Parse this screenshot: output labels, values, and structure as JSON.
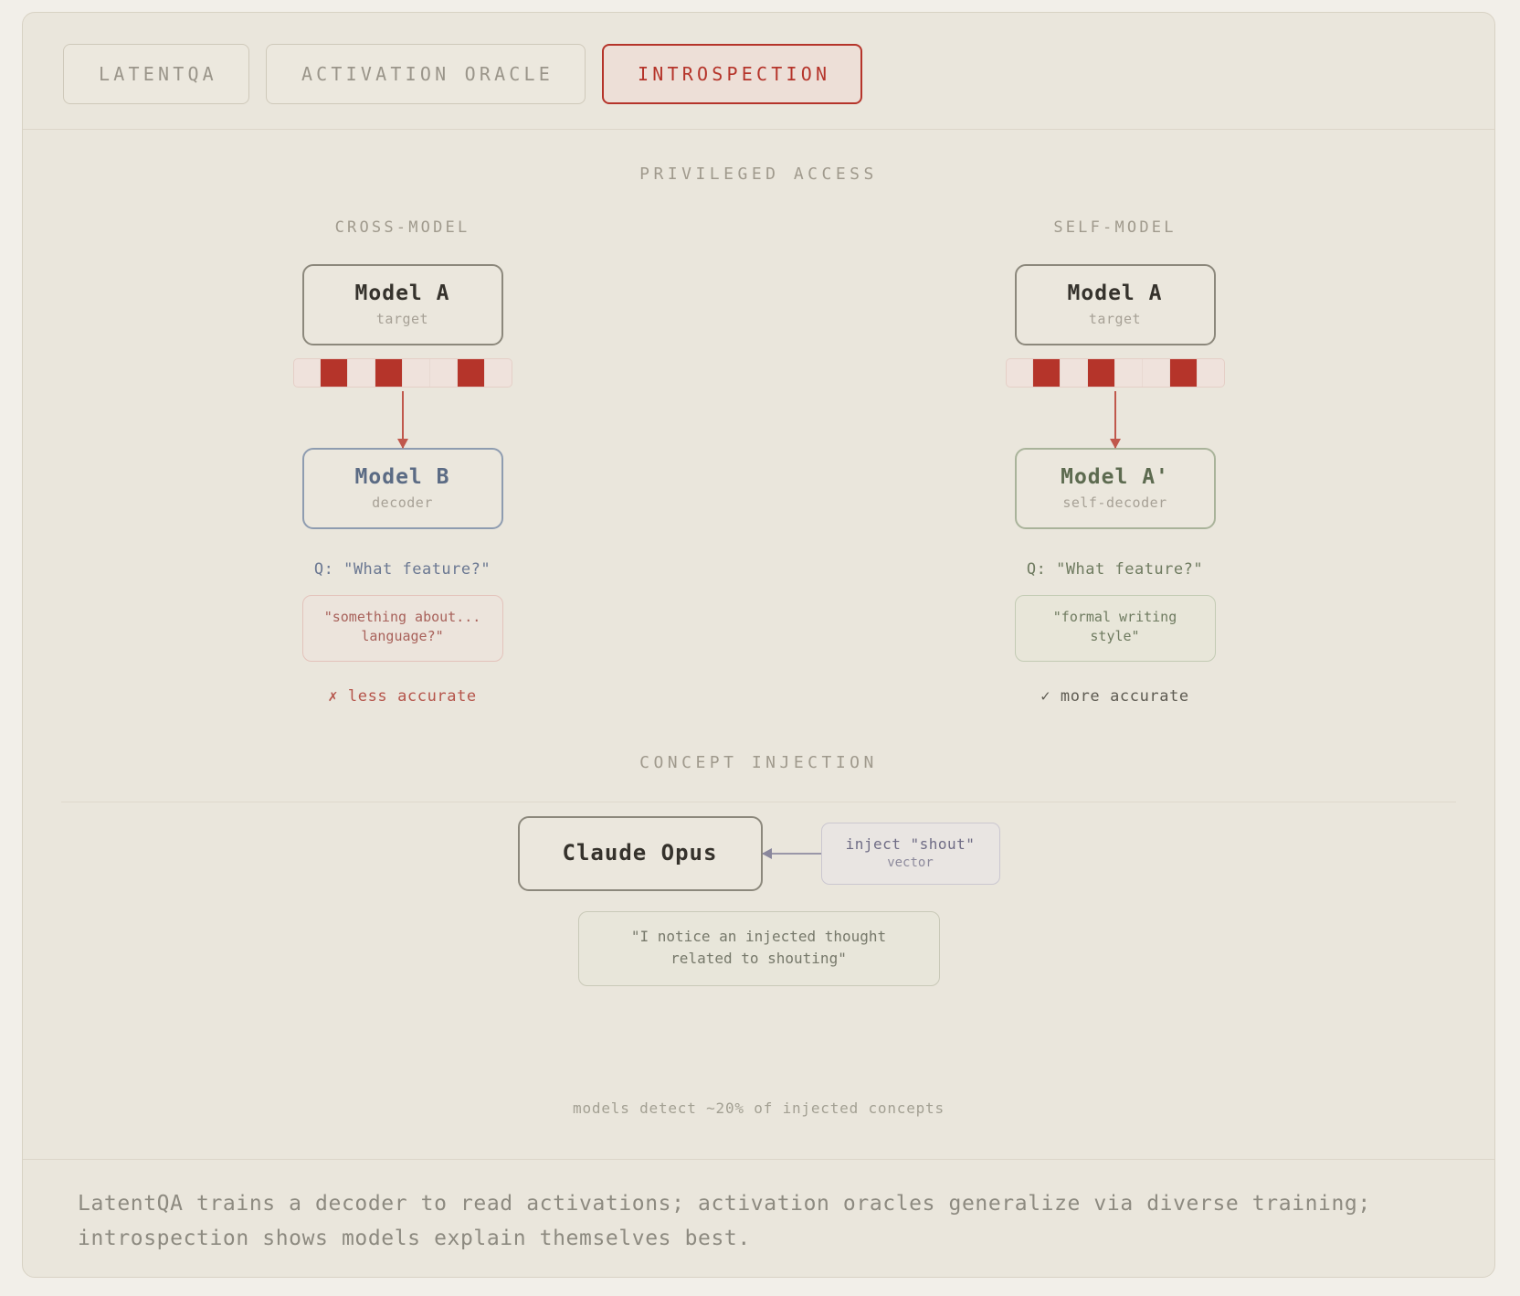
{
  "tabs": [
    {
      "label": "LATENTQA",
      "active": false
    },
    {
      "label": "ACTIVATION ORACLE",
      "active": false
    },
    {
      "label": "INTROSPECTION",
      "active": true
    }
  ],
  "colors": {
    "page_bg": "#f2efe9",
    "panel_bg": "#eae6dc",
    "accent_red": "#b5342a",
    "blue": "#5b6b84",
    "green": "#5d6b50",
    "grey_border": "#8c887c",
    "purple": "#6f6c85"
  },
  "privileged_access": {
    "title": "PRIVILEGED ACCESS",
    "cross_model": {
      "label": "CROSS-MODEL",
      "target": {
        "name": "Model A",
        "role": "target"
      },
      "activation_cells": [
        0,
        1,
        0,
        1,
        0,
        0,
        1,
        0
      ],
      "decoder": {
        "name": "Model B",
        "role": "decoder"
      },
      "question": "Q: \"What feature?\"",
      "answer": "\"something about...\nlanguage?\"",
      "answer_line1": "\"something about...",
      "answer_line2": "language?\"",
      "verdict": "✗ less accurate"
    },
    "self_model": {
      "label": "SELF-MODEL",
      "target": {
        "name": "Model A",
        "role": "target"
      },
      "activation_cells": [
        0,
        1,
        0,
        1,
        0,
        0,
        1,
        0
      ],
      "decoder": {
        "name": "Model A'",
        "role": "self-decoder"
      },
      "question": "Q: \"What feature?\"",
      "answer_line1": "\"formal writing",
      "answer_line2": "style\"",
      "verdict": "✓ more accurate"
    }
  },
  "concept_injection": {
    "title": "CONCEPT INJECTION",
    "model": "Claude Opus",
    "vector_line1": "inject \"shout\"",
    "vector_line2": "vector",
    "response_line1": "\"I notice an injected thought",
    "response_line2": "related to shouting\"",
    "stat": "models detect ~20% of injected concepts"
  },
  "footer": {
    "summary": "LatentQA trains a decoder to read activations; activation oracles generalize via diverse training; introspection shows models explain themselves best."
  }
}
